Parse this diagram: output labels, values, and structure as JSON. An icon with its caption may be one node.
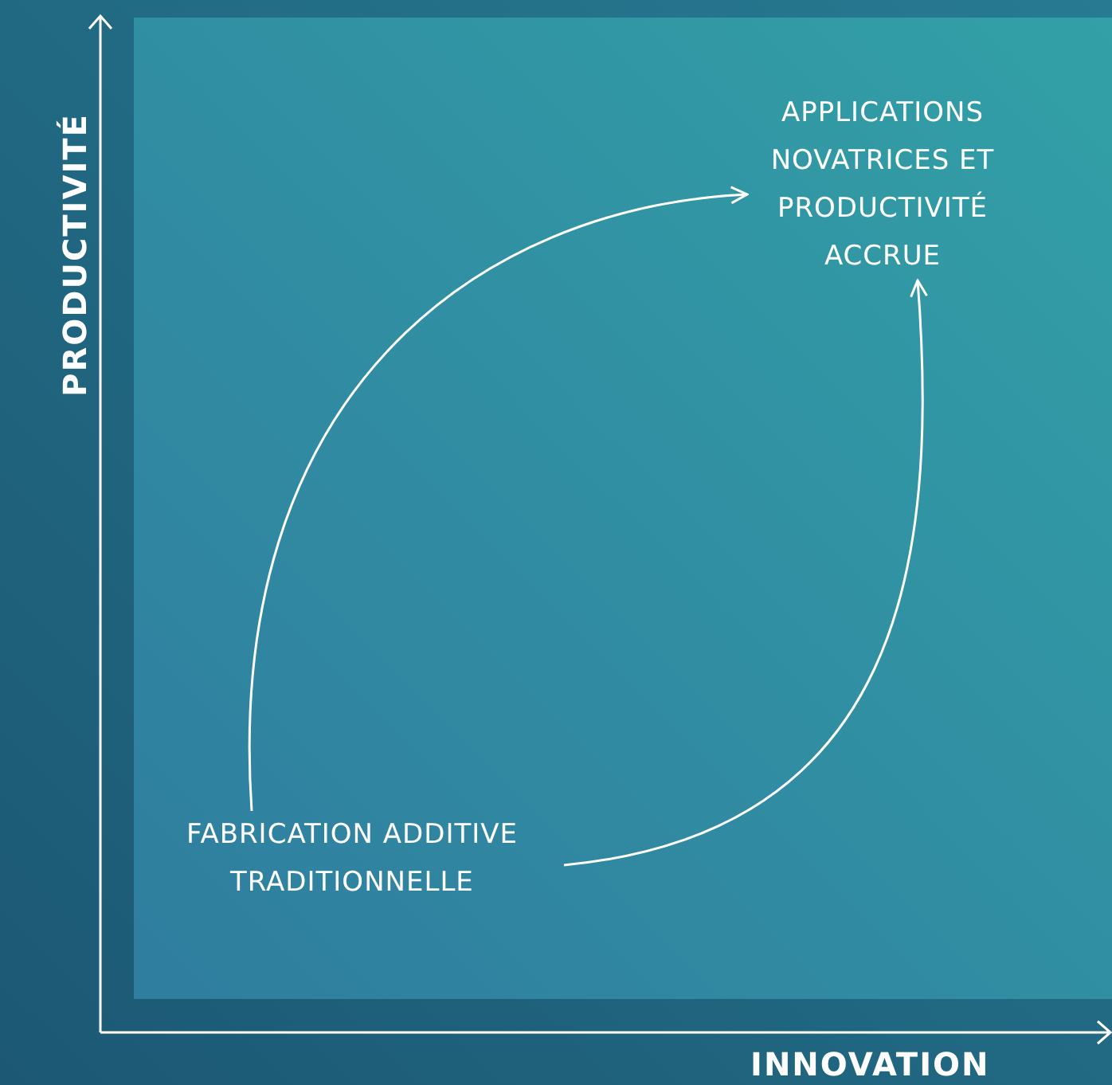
{
  "diagram": {
    "nodes": [
      {
        "text": [
          "APPLICATIONS NOVATRICES ET PRODUCTIVITÉ ACCRUE"
        ]
      },
      {
        "text": [
          "FABRICATION ADDITIVE TRADITIONNELLE"
        ]
      }
    ],
    "edges": [
      {
        "from": 1,
        "to": 0,
        "arrow": "to"
      },
      {
        "from": 1,
        "to": 0,
        "arrow": "to"
      }
    ],
    "labels": [
      "PRODUCTIVITÉ",
      "INNOVATION"
    ]
  }
}
